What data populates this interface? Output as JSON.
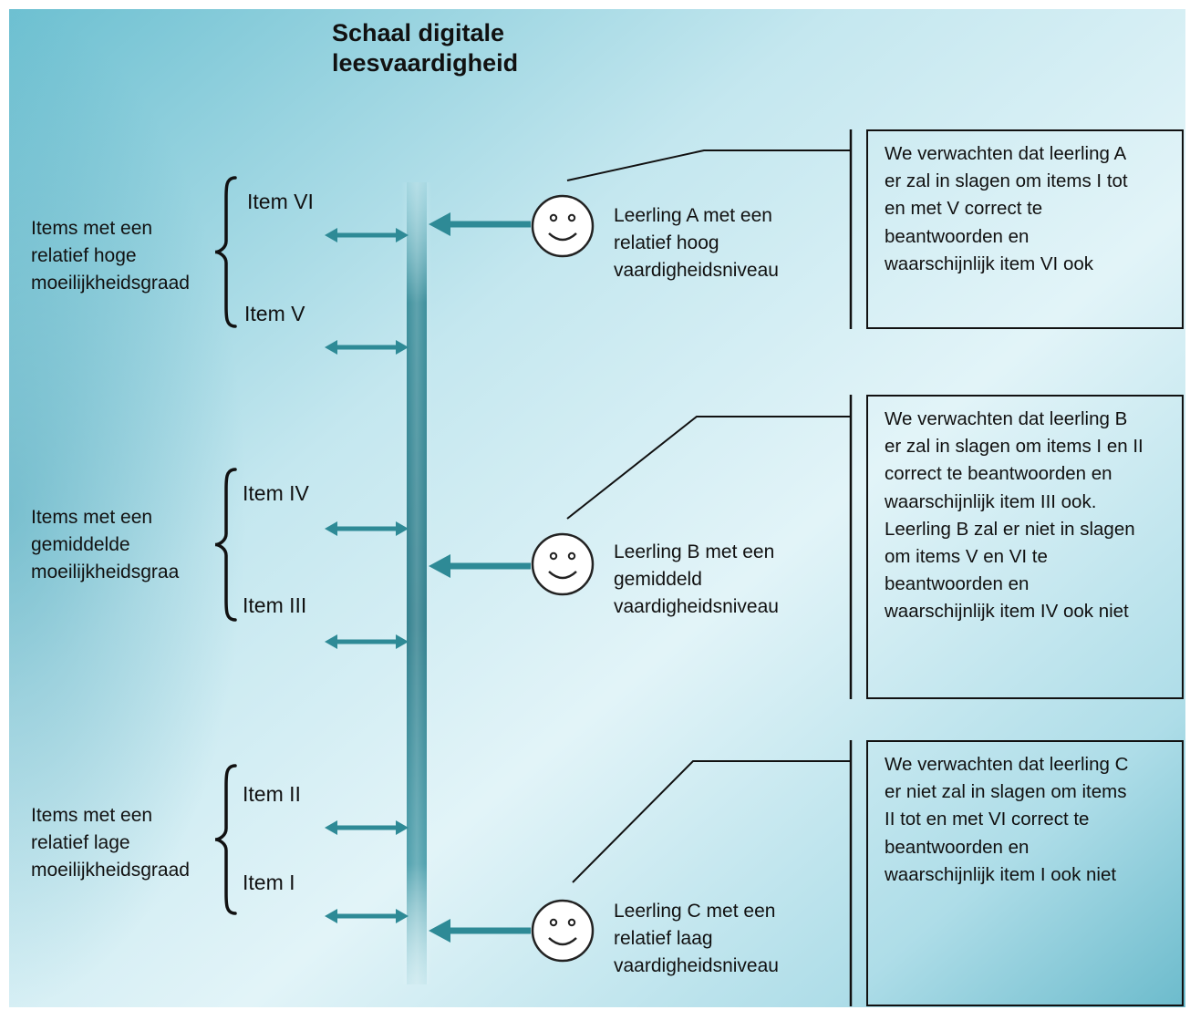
{
  "title": [
    "Schaal digitale",
    "leesvaardigheid"
  ],
  "groups": [
    {
      "lines": [
        "Items met een",
        "relatief hoge",
        "moeilijkheidsgraad"
      ]
    },
    {
      "lines": [
        "Items met een",
        "gemiddelde",
        "moeilijkheidsgraa"
      ]
    },
    {
      "lines": [
        "Items met een",
        "relatief lage",
        "moeilijkheidsgraad"
      ]
    }
  ],
  "items": [
    "Item VI",
    "Item V",
    "Item IV",
    "Item III",
    "Item II",
    "Item I"
  ],
  "students": [
    {
      "lines": [
        "Leerling A met een",
        "relatief hoog",
        "vaardigheidsniveau"
      ]
    },
    {
      "lines": [
        "Leerling B met een",
        "gemiddeld",
        "vaardigheidsniveau"
      ]
    },
    {
      "lines": [
        "Leerling C met een",
        "relatief laag",
        "vaardigheidsniveau"
      ]
    }
  ],
  "expectations": [
    {
      "lines": [
        "We verwachten dat leerling A",
        "er zal in slagen om items I tot",
        "en met V correct te",
        "beantwoorden en",
        "waarschijnlijk item VI ook"
      ]
    },
    {
      "lines": [
        "We verwachten dat leerling B",
        "er zal in slagen om items I en II",
        "correct te beantwoorden en",
        "waarschijnlijk item III ook.",
        "Leerling B zal er niet in slagen",
        "om items V en VI te",
        "beantwoorden en",
        "waarschijnlijk item IV ook niet"
      ]
    },
    {
      "lines": [
        "We verwachten dat leerling C",
        "er niet zal in slagen om items",
        "II tot en met VI correct te",
        "beantwoorden en",
        "waarschijnlijk item I ook niet"
      ]
    }
  ],
  "colors": {
    "arrow": "#2e8a96",
    "scale": "#247a88",
    "ink": "#111111",
    "bg_dark": "#5bb3c6",
    "bg_light": "#e7f6fa"
  },
  "icons": {
    "student": "smiley-face-icon",
    "brace": "curly-brace-icon",
    "arrow": "arrow-icon"
  }
}
